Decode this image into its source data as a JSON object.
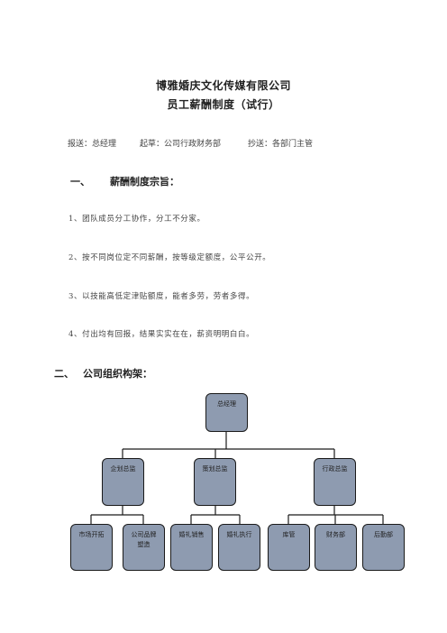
{
  "document": {
    "company": "博雅婚庆文化传媒有限公司",
    "title": "员工薪酬制度（试行）",
    "meta": {
      "report": "报送：总经理",
      "draft": "起草：公司行政财务部",
      "cc": "抄送：各部门主管"
    },
    "section1": {
      "number": "一、",
      "heading": "薪酬制度宗旨：",
      "items": [
        "1、团队成员分工协作，分工不分家。",
        "2、按不同岗位定不同薪酬，按等级定额度，公平公开。",
        "3、以技能高低定津贴额度，能者多劳，劳者多得。",
        "4、付出均有回报，结果实实在在，薪资明明白白。"
      ]
    },
    "section2": {
      "number": "二、",
      "heading": "公司组织构架："
    }
  },
  "org_chart": {
    "root": "总经理",
    "level2": [
      "企划总监",
      "策划总监",
      "行政总监"
    ],
    "level3": [
      "市场开拓",
      "公司品牌塑造",
      "婚礼销售",
      "婚礼执行",
      "库管",
      "财务部",
      "后勤部"
    ]
  },
  "colors": {
    "box_fill": "#8e9bb0",
    "box_border": "#1a1a1a"
  }
}
